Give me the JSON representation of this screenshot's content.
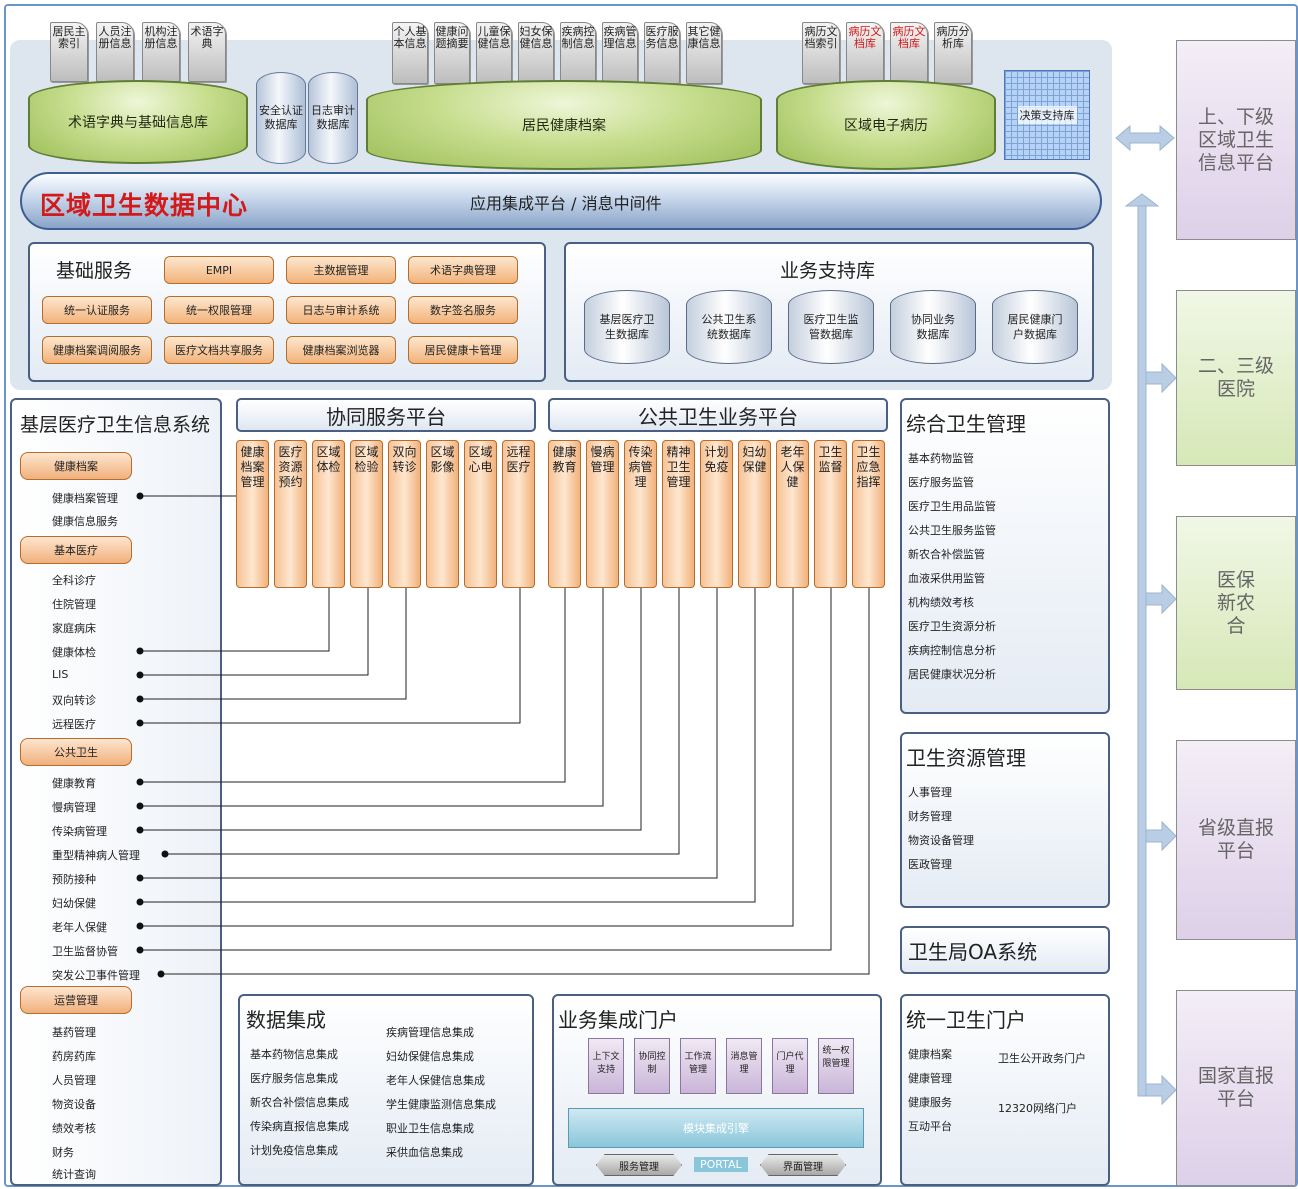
{
  "top": {
    "group_dict": {
      "docs": [
        "居民主索引",
        "人员注册信息",
        "机构注册信息",
        "术语字典"
      ],
      "disc_label": "术语字典与基础信息库"
    },
    "security_dbs": [
      "安全认证数据库",
      "日志审计数据库"
    ],
    "group_health": {
      "docs": [
        "个人基本信息",
        "健康问题摘要",
        "儿童保健信息",
        "妇女保健信息",
        "疾病控制信息",
        "疾病管理信息",
        "医疗服务信息",
        "其它健康信息"
      ],
      "disc_label": "居民健康档案"
    },
    "group_emr": {
      "docs": [
        "病历文档索引",
        "病历文档库",
        "病历文档库",
        "病历分析库"
      ],
      "red_flags": [
        false,
        true,
        true,
        false
      ],
      "disc_label": "区域电子病历"
    },
    "decision_cube": "决策支持库"
  },
  "data_center": {
    "title": "区域卫生数据中心",
    "subtitle": "应用集成平台 / 消息中间件"
  },
  "basic_services": {
    "title": "基础服务",
    "items": [
      "EMPI",
      "主数据管理",
      "术语字典管理",
      "统一认证服务",
      "统一权限管理",
      "日志与审计系统",
      "数字签名服务",
      "健康档案调阅服务",
      "医疗文档共享服务",
      "健康档案浏览器",
      "居民健康卡管理"
    ]
  },
  "support_db": {
    "title": "业务支持库",
    "items": [
      "基层医疗卫生数据库",
      "公共卫生系统数据库",
      "医疗卫生监管数据库",
      "协同业务数据库",
      "居民健康门户数据库"
    ]
  },
  "left_panel": {
    "title": "基层医疗卫生信息系统",
    "cat_health": "健康档案",
    "health_items": [
      "健康档案管理",
      "健康信息服务"
    ],
    "cat_basic": "基本医疗",
    "basic_items": [
      "全科诊疗",
      "住院管理",
      "家庭病床",
      "健康体检",
      "LIS",
      "双向转诊",
      "远程医疗"
    ],
    "cat_public": "公共卫生",
    "public_items": [
      "健康教育",
      "慢病管理",
      "传染病管理",
      "重型精神病人管理",
      "预防接种",
      "妇幼保健",
      "老年人保健",
      "卫生监督协管",
      "突发公卫事件管理"
    ],
    "cat_ops": "运营管理",
    "ops_items": [
      "基药管理",
      "药房药库",
      "人员管理",
      "物资设备",
      "绩效考核",
      "财务",
      "统计查询"
    ]
  },
  "collab_platform": {
    "title": "协同服务平台",
    "columns": [
      "健康档案管理",
      "医疗资源预约",
      "区域体检",
      "区域检验",
      "双向转诊",
      "区域影像",
      "区域心电",
      "远程医疗"
    ]
  },
  "public_platform": {
    "title": "公共卫生业务平台",
    "columns": [
      "健康教育",
      "慢病管理",
      "传染病管理",
      "精神卫生管理",
      "计划免疫",
      "妇幼保健",
      "老年人保健",
      "卫生监督",
      "卫生应急指挥"
    ]
  },
  "comprehensive": {
    "title": "综合卫生管理",
    "items": [
      "基本药物监管",
      "医疗服务监管",
      "医疗卫生用品监管",
      "公共卫生服务监管",
      "新农合补偿监管",
      "血液采供用监管",
      "机构绩效考核",
      "医疗卫生资源分析",
      "疾病控制信息分析",
      "居民健康状况分析"
    ]
  },
  "resource_mgmt": {
    "title": "卫生资源管理",
    "items": [
      "人事管理",
      "财务管理",
      "物资设备管理",
      "医政管理"
    ]
  },
  "oa": {
    "title": "卫生局OA系统"
  },
  "data_integration": {
    "title": "数据集成",
    "col1": [
      "基本药物信息集成",
      "医疗服务信息集成",
      "新农合补偿信息集成",
      "传染病直报信息集成",
      "计划免疫信息集成"
    ],
    "col2": [
      "疾病管理信息集成",
      "妇幼保健信息集成",
      "老年人保健信息集成",
      "学生健康监测信息集成",
      "职业卫生信息集成",
      "采供血信息集成"
    ]
  },
  "biz_portal": {
    "title": "业务集成门户",
    "modules": [
      "上下文支持",
      "协同控制",
      "工作流管理",
      "消息管理",
      "门户代理",
      "统一权限管理"
    ],
    "engine": "模块集成引擎",
    "left_tag": "服务管理",
    "portal": "PORTAL",
    "right_tag": "界面管理"
  },
  "unified_portal": {
    "title": "统一卫生门户",
    "left_items": [
      "健康档案",
      "健康管理",
      "健康服务",
      "互动平台"
    ],
    "right_items": [
      "卫生公开政务门户",
      "12320网络门户"
    ]
  },
  "right_column": [
    "上、下级区域卫生信息平台",
    "二、三级医院",
    "医保新农合",
    "省级直报平台",
    "国家直报平台"
  ],
  "colors": {
    "red_title": "#d21a1a",
    "orange_box": "#f3b37a",
    "border_blue": "#4a5f82",
    "purple_box": "#ddd0e8",
    "green_box": "#d6e8b7"
  }
}
